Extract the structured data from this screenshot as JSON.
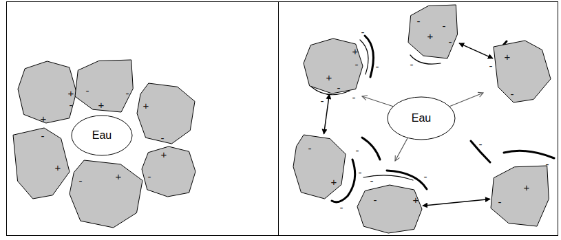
{
  "diagram": {
    "nodes": [
      {
        "text": [
          "+",
          "-",
          "+"
        ]
      },
      {
        "text": [
          "-",
          "-",
          "+"
        ]
      },
      {
        "text": [
          "+",
          "-"
        ]
      },
      {
        "text": [
          "Eau"
        ]
      },
      {
        "text": [
          "-",
          "+"
        ]
      },
      {
        "text": [
          "+",
          "-"
        ]
      },
      {
        "text": [
          "-",
          "+"
        ]
      },
      {
        "text": [
          "-",
          "+",
          "-",
          "-"
        ]
      },
      {
        "text": [
          "+",
          "-",
          "+",
          "-"
        ]
      },
      {
        "text": [
          "+",
          "-"
        ]
      },
      {
        "text": [
          "Eau"
        ]
      },
      {
        "text": [
          "-",
          "+"
        ]
      },
      {
        "text": [
          "+",
          "-"
        ]
      },
      {
        "text": [
          "-",
          "+"
        ]
      }
    ],
    "edges": [
      {
        "from": 8,
        "to": 11,
        "arrow": "both"
      },
      {
        "from": 7,
        "to": 9,
        "arrow": "both"
      },
      {
        "from": 13,
        "to": 12,
        "arrow": "both"
      }
    ],
    "labels": [
      "-",
      "-",
      "-",
      "-",
      "-",
      "-",
      "-",
      "-",
      "-",
      "-",
      "-",
      "-",
      "-"
    ]
  }
}
